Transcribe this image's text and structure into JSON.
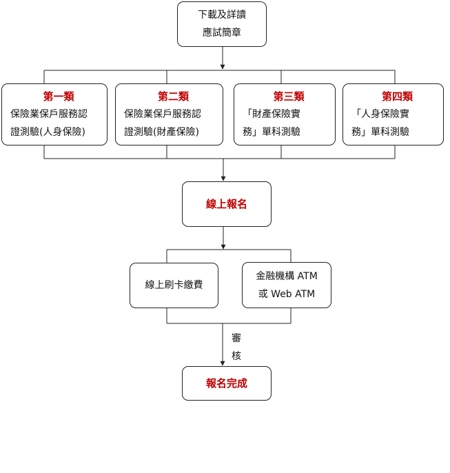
{
  "start_box": {
    "line1": "下載及詳讀",
    "line2": "應試簡章"
  },
  "categories": [
    {
      "title": "第一類",
      "line1": "保險業保戶服務認",
      "line2": "證測驗(人身保險)"
    },
    {
      "title": "第二類",
      "line1": "保險業保戶服務認",
      "line2": "證測驗(財產保險)"
    },
    {
      "title": "第三類",
      "line1": "「財產保險實",
      "line2": "務」單科測驗"
    },
    {
      "title": "第四類",
      "line1": "「人身保險實",
      "line2": "務」單科測驗"
    }
  ],
  "register_box": {
    "label": "線上報名"
  },
  "payment": [
    {
      "line1": "線上刷卡繳費"
    },
    {
      "line1": "金融機構 ATM",
      "line2": "或  Web ATM"
    }
  ],
  "review_label": {
    "char1": "審",
    "char2": "核"
  },
  "done_box": {
    "label": "報名完成"
  },
  "colors": {
    "highlight": "#c00000",
    "border": "#222222",
    "connector": "#222222"
  }
}
